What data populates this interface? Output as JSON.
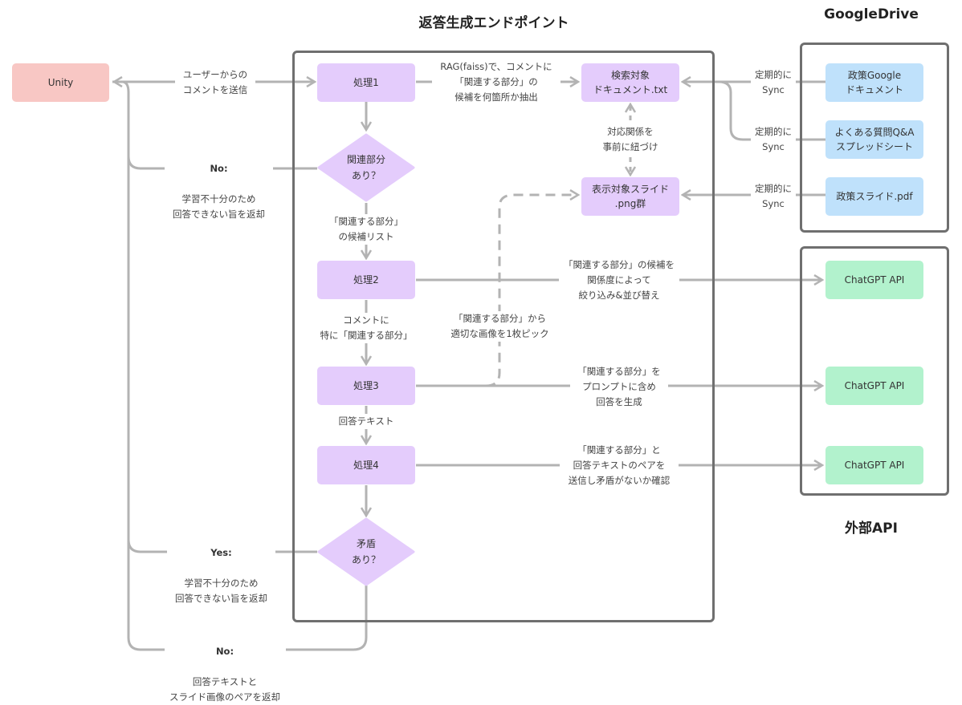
{
  "titles": {
    "endpoint": "返答生成エンドポイント",
    "google_drive": "GoogleDrive",
    "external_api": "外部API"
  },
  "colors": {
    "process": "#e4ccfc",
    "client": "#f8c7c4",
    "drive_item": "#bfe1fb",
    "api": "#b2f2cd",
    "line": "#b3b3b3",
    "frame": "#6f6f6f"
  },
  "nodes": {
    "unity": "Unity",
    "proc1": "処理1",
    "decision1": "関連部分\nあり？",
    "proc2": "処理2",
    "proc3": "処理3",
    "proc4": "処理4",
    "decision2": "矛盾\nあり？",
    "search_doc": "検索対象\nドキュメント.txt",
    "slides_png": "表示対象スライド\n.png群",
    "drive_doc": "政策Google\nドキュメント",
    "drive_faq": "よくある質問Q&A\nスプレッドシート",
    "drive_pdf": "政策スライド.pdf",
    "api1": "ChatGPT API",
    "api2": "ChatGPT API",
    "api3": "ChatGPT API"
  },
  "edges": {
    "send_comment": "ユーザーからの\nコメントを送信",
    "no1_head": "No:",
    "no1_body": "学習不十分のため\n回答できない旨を返却",
    "rag": "RAG(faiss)で、コメントに\n「関連する部分」の\n候補を何箇所か抽出",
    "mapping": "対応関係を\n事前に紐づけ",
    "sync1": "定期的に\nSync",
    "sync2": "定期的に\nSync",
    "sync3": "定期的に\nSync",
    "candidate_list": "「関連する部分」\nの候補リスト",
    "filter_sort": "「関連する部分」の候補を\n関係度によって\n絞り込み&並び替え",
    "particular": "コメントに\n特に「関連する部分」",
    "pick_image": "「関連する部分」から\n適切な画像を1枚ピック",
    "generate": "「関連する部分」を\nプロンプトに含め\n回答を生成",
    "answer_text": "回答テキスト",
    "check": "「関連する部分」と\n回答テキストのペアを\n送信し矛盾がないか確認",
    "yes_head": "Yes:",
    "yes_body": "学習不十分のため\n回答できない旨を返却",
    "no2_head": "No:",
    "no2_body": "回答テキストと\nスライド画像のペアを返却"
  }
}
